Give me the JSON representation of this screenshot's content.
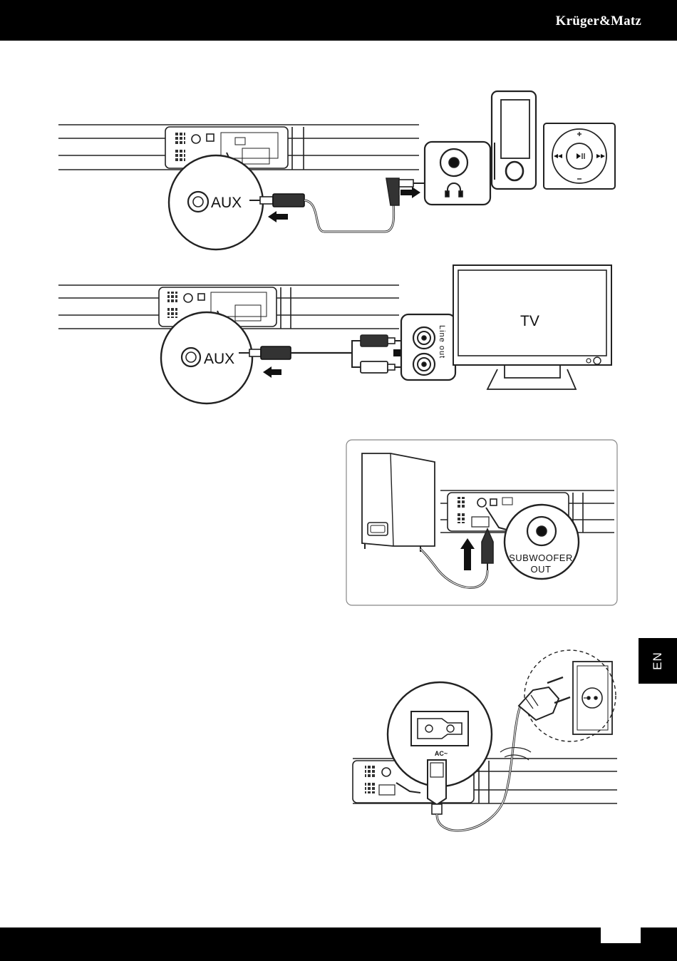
{
  "header": {
    "brand": "Krüger&Matz"
  },
  "side_tab": {
    "language": "EN"
  },
  "figures": {
    "aux_player": {
      "aux_label": "AUX"
    },
    "aux_tv": {
      "aux_label": "AUX",
      "tv_label": "TV",
      "line_out_label": "Line out"
    },
    "subwoofer": {
      "port_label_line1": "SUBWOOFER",
      "port_label_line2": "OUT"
    },
    "power": {
      "ac_label": "AC~"
    }
  },
  "footer": {
    "page_number": ""
  }
}
